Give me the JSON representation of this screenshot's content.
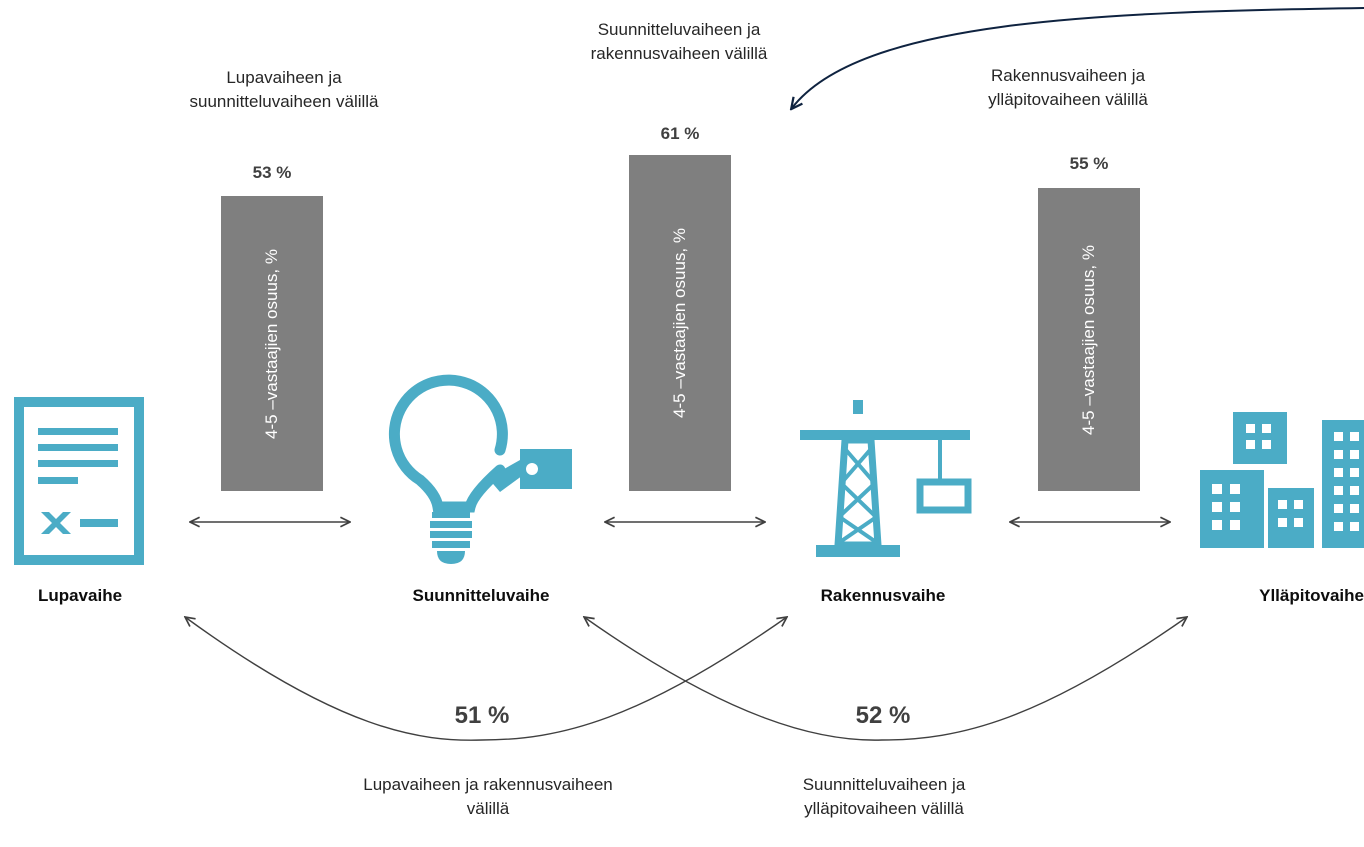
{
  "colors": {
    "icon": "#4bacc6",
    "bar": "#7f7f7f",
    "arrow": "#404040",
    "feedback_arrow": "#0f2340"
  },
  "stages": [
    {
      "label": "Lupavaihe",
      "icon": "document-icon"
    },
    {
      "label": "Suunnitteluvaihe",
      "icon": "lightbulb-icon"
    },
    {
      "label": "Rakennusvaihe",
      "icon": "crane-icon"
    },
    {
      "label": "Ylläpitovaihe",
      "icon": "buildings-icon"
    }
  ],
  "bars": [
    {
      "caption": "Lupavaiheen ja suunnitteluvaiheen välillä",
      "value": 53,
      "value_label": "53 %",
      "bar_label": "4-5 –vastaajien osuus, %"
    },
    {
      "caption": "Suunnitteluvaiheen ja rakennusvaiheen välillä",
      "value": 61,
      "value_label": "61 %",
      "bar_label": "4-5 –vastaajien osuus, %"
    },
    {
      "caption": "Rakennusvaiheen ja ylläpitovaiheen välillä",
      "value": 55,
      "value_label": "55 %",
      "bar_label": "4-5 –vastaajien osuus, %"
    }
  ],
  "cross_links": [
    {
      "value_label": "51 %",
      "caption": "Lupavaiheen ja rakennusvaiheen välillä"
    },
    {
      "value_label": "52 %",
      "caption": "Suunnitteluvaiheen ja ylläpitovaiheen välillä"
    }
  ]
}
